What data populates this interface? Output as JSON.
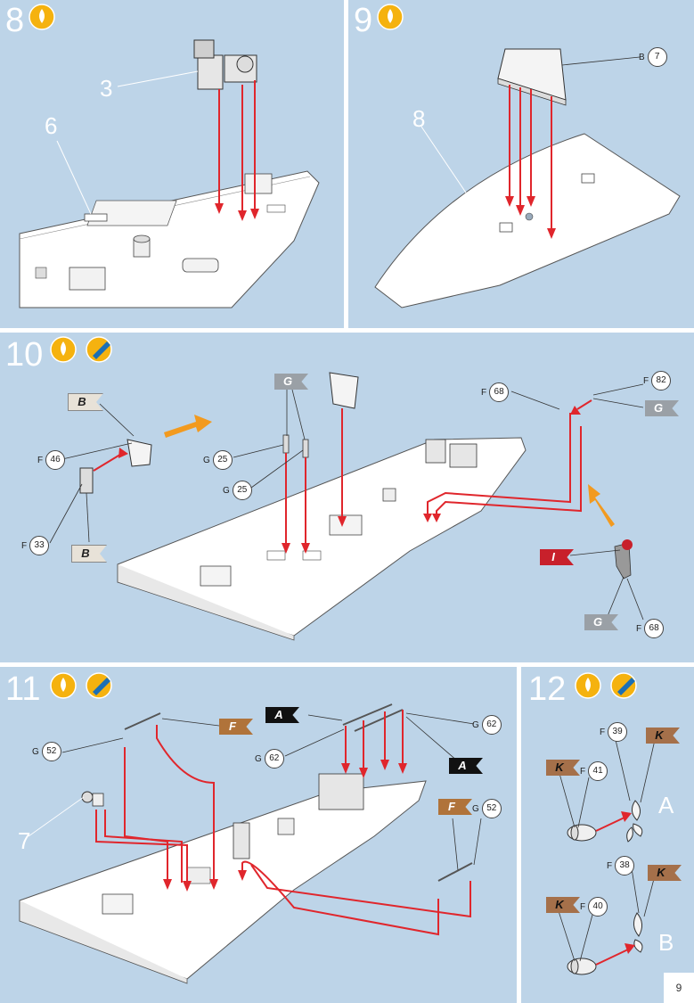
{
  "steps": {
    "s8": {
      "number": "8",
      "callouts": {
        "c3": "3",
        "c6": "6"
      }
    },
    "s9": {
      "number": "9",
      "callouts": {
        "c8": "8"
      },
      "refs": {
        "r1": {
          "letter": "B",
          "num": "7"
        }
      }
    },
    "s10": {
      "number": "10",
      "tags": {
        "t_b1": "B",
        "t_b2": "B",
        "t_g1": "G",
        "t_g2": "G",
        "t_i": "I",
        "t_g3": "G"
      },
      "refs": {
        "r46": {
          "letter": "F",
          "num": "46"
        },
        "r33": {
          "letter": "F",
          "num": "33"
        },
        "r25a": {
          "letter": "G",
          "num": "25"
        },
        "r25b": {
          "letter": "G",
          "num": "25"
        },
        "r68a": {
          "letter": "F",
          "num": "68"
        },
        "r82": {
          "letter": "F",
          "num": "82"
        },
        "r68b": {
          "letter": "F",
          "num": "68"
        }
      }
    },
    "s11": {
      "number": "11",
      "callouts": {
        "c7": "7"
      },
      "tags": {
        "t_a1": "A",
        "t_a2": "A",
        "t_f1": "F",
        "t_f2": "F"
      },
      "refs": {
        "r52a": {
          "letter": "G",
          "num": "52"
        },
        "r62a": {
          "letter": "G",
          "num": "62"
        },
        "r62b": {
          "letter": "G",
          "num": "62"
        },
        "r52b": {
          "letter": "G",
          "num": "52"
        }
      }
    },
    "s12": {
      "number": "12",
      "labels": {
        "la": "A",
        "lb": "B"
      },
      "tags": {
        "k1": "K",
        "k2": "K",
        "k3": "K",
        "k4": "K"
      },
      "refs": {
        "r39": {
          "letter": "F",
          "num": "39"
        },
        "r41": {
          "letter": "F",
          "num": "41"
        },
        "r38": {
          "letter": "F",
          "num": "38"
        },
        "r40": {
          "letter": "F",
          "num": "40"
        }
      }
    }
  },
  "page_number": "9",
  "colors": {
    "panel_bg": "#bdd4e8",
    "arrow_red": "#e0262c",
    "orange_arrow": "#f29a1f",
    "icon_yellow": "#f5b20f",
    "icon_blue": "#1c6fb5"
  },
  "icons": {
    "paint_drop": "paint-drop-icon",
    "brush": "brush-icon"
  }
}
